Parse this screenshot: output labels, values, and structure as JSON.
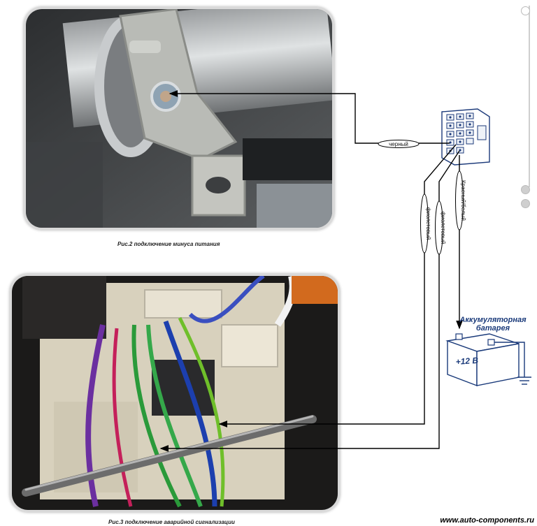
{
  "figure2": {
    "caption": "Рис.2 подключение минуса питания"
  },
  "figure3": {
    "caption": "Рис.3 подключение аварийной сигнализации"
  },
  "wires": {
    "black": "черный",
    "violet_1": "фиолетовый",
    "violet_2": "фиолетовый",
    "red_white": "Красный/белый"
  },
  "battery": {
    "label_line1": "Аккумуляторная",
    "label_line2": "батарея",
    "voltage": "+12 В"
  },
  "watermark": "www.auto-components.ru",
  "colors": {
    "arrow": "#000000",
    "battery_outline": "#1a3a7a",
    "scroll_track": "#cfcfcf"
  }
}
